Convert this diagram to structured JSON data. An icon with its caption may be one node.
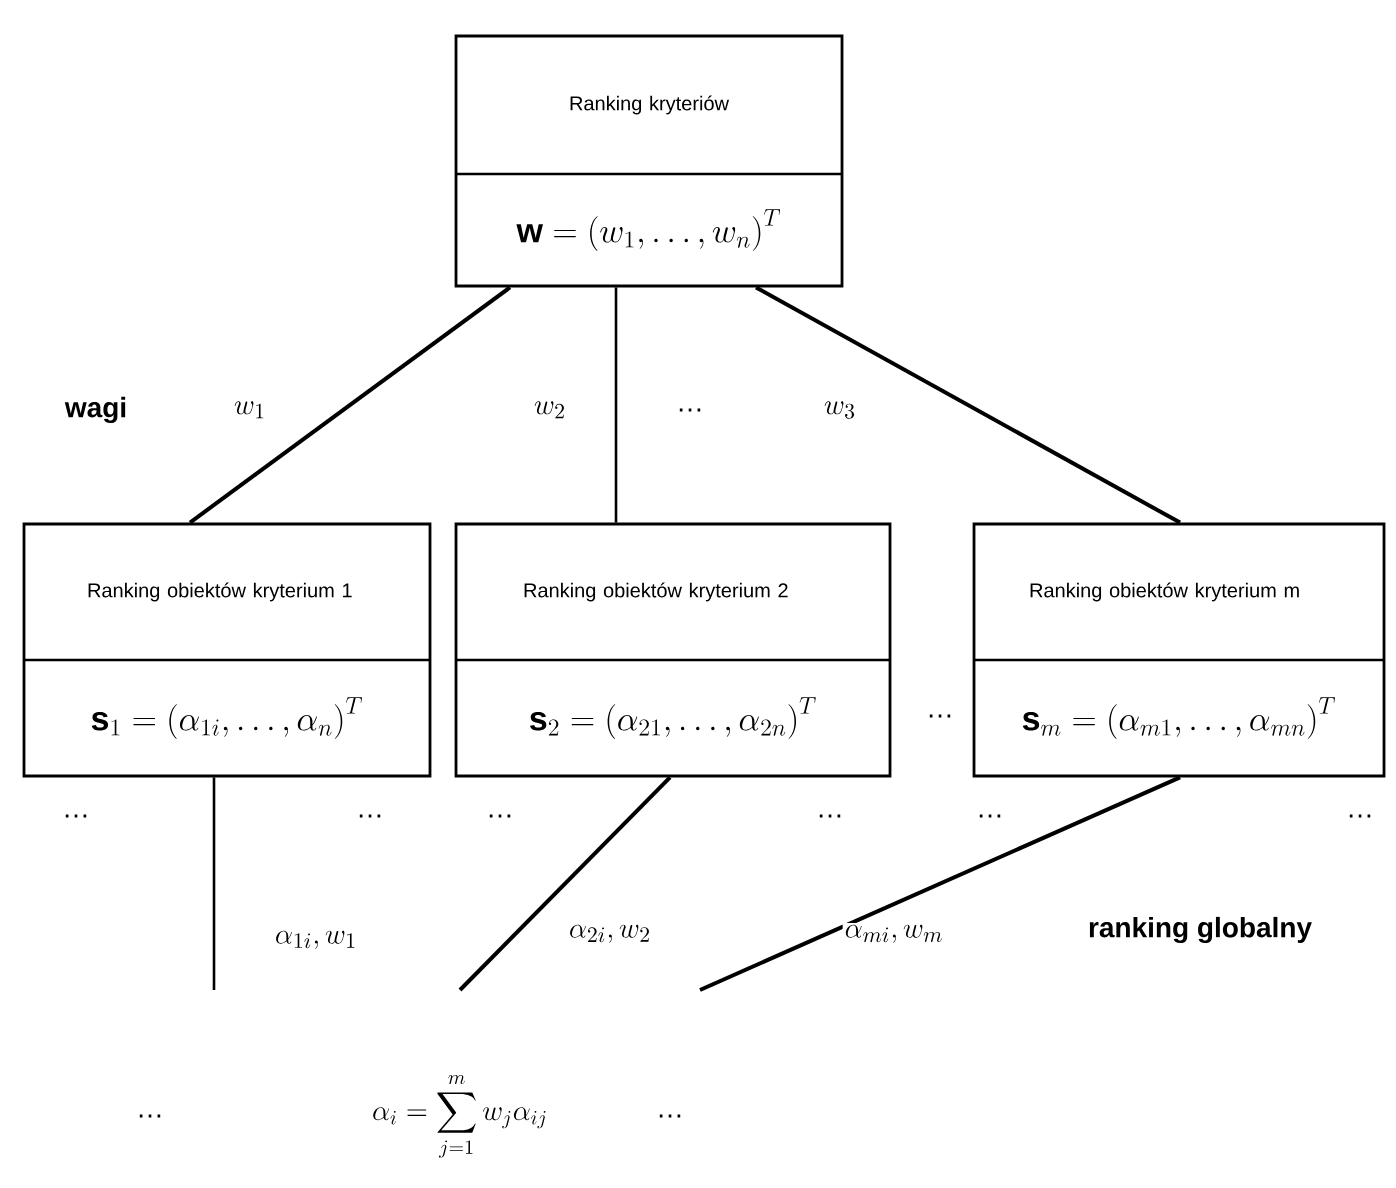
{
  "diagram": {
    "nodes": [
      {
        "text": [
          "Ranking kryteriów",
          "\\mathbf{w}=\\left(w_{1},\\ldots,w_{n}\\right)^{T}"
        ]
      },
      {
        "text": [
          "Ranking obiektów kryterium 1",
          "\\mathbf{s}_{1}=\\left(\\alpha_{1i},\\ldots,\\alpha_{n}\\right)^{T}"
        ]
      },
      {
        "text": [
          "Ranking obiektów kryterium 2",
          "\\mathbf{s}_{2}=\\left(\\alpha_{21},\\ldots,\\alpha_{2n}\\right)^{T}"
        ]
      },
      {
        "text": [
          "Ranking obiektów kryterium m",
          "\\mathbf{s}_{m}=\\left(\\alpha_{m1},\\ldots,\\alpha_{mn}\\right)^{T}"
        ]
      },
      {
        "text": [
          "\\alpha_{i}=\\sum_{j=1}^{m}w_{j}\\alpha_{ij}"
        ]
      }
    ],
    "edges": [
      {
        "from": 0,
        "to": 1,
        "arrow": "none",
        "label": "w_{1}"
      },
      {
        "from": 0,
        "to": 2,
        "arrow": "none",
        "label": "w_{2}"
      },
      {
        "from": 0,
        "to": 3,
        "arrow": "none",
        "label": "w_{3}"
      },
      {
        "from": 1,
        "to": null,
        "arrow": "none",
        "label": "\\alpha_{1i},w_{1}"
      },
      {
        "from": 2,
        "to": null,
        "arrow": "none",
        "label": "\\alpha_{2i},w_{2}"
      },
      {
        "from": 3,
        "to": null,
        "arrow": "none",
        "label": "\\alpha_{mi},w_{m}"
      }
    ],
    "labels": [
      "wagi",
      "…",
      "…",
      "…",
      "…",
      "…",
      "…",
      "…",
      "…",
      "ranking globalny",
      "…",
      "…"
    ]
  }
}
